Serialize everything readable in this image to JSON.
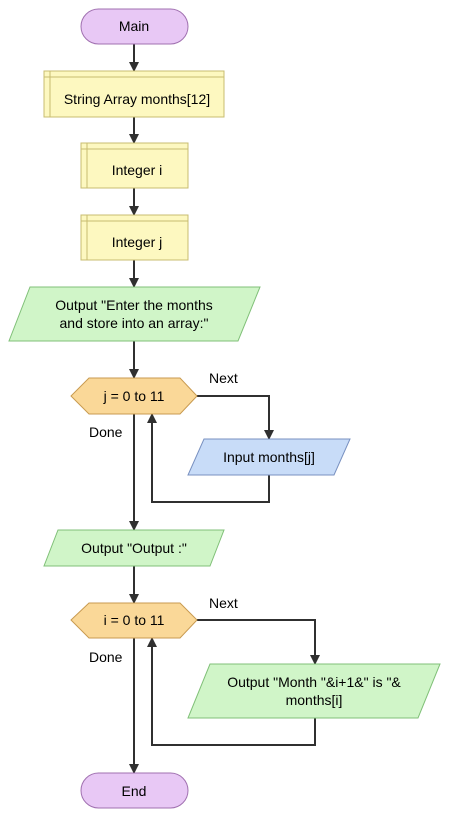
{
  "flowchart": {
    "colors": {
      "terminal_fill": "#e8c8f5",
      "terminal_stroke": "#a070b0",
      "declare_fill": "#fdf8c0",
      "declare_stroke": "#c8bc70",
      "output_fill": "#d0f5c8",
      "output_stroke": "#80c078",
      "input_fill": "#c8dcf8",
      "input_stroke": "#7890c0",
      "loop_fill": "#fad898",
      "loop_stroke": "#c89a50",
      "edge": "#303030"
    },
    "nodes": {
      "main": {
        "label": "Main"
      },
      "decl_months": {
        "label": "String Array months[12]"
      },
      "decl_i": {
        "label": "Integer i"
      },
      "decl_j": {
        "label": "Integer j"
      },
      "output_prompt": {
        "line1": "Output \"Enter the months",
        "line2": "and store into an array:\""
      },
      "loop_j": {
        "label": "j = 0 to 11"
      },
      "input_months": {
        "label": "Input months[j]"
      },
      "output_header": {
        "label": "Output \"Output :\""
      },
      "loop_i": {
        "label": "i = 0 to 11"
      },
      "output_month": {
        "line1": "Output \"Month \"&i+1&\" is \"&",
        "line2": "months[i]"
      },
      "end": {
        "label": "End"
      }
    },
    "edge_labels": {
      "loop_j_next": "Next",
      "loop_j_done": "Done",
      "loop_i_next": "Next",
      "loop_i_done": "Done"
    }
  }
}
